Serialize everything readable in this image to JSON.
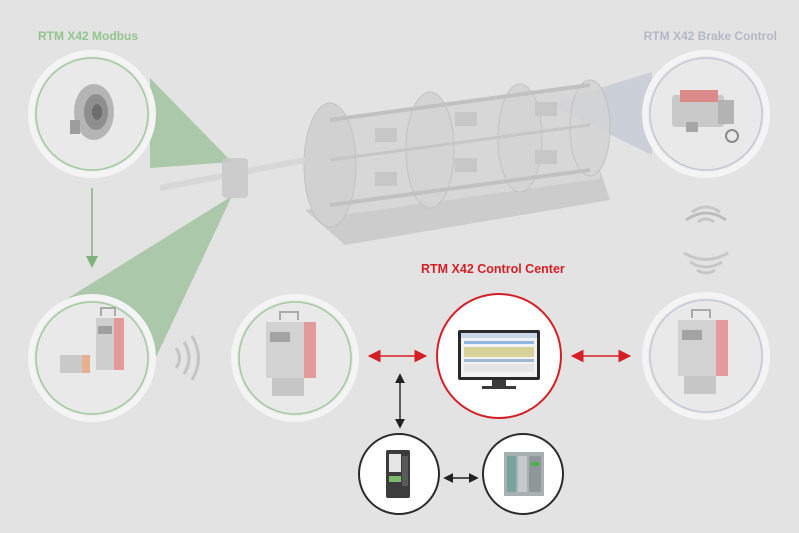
{
  "labels": {
    "modbus": "RTM X42 Modbus",
    "brake_control": "RTM X42 Brake Control",
    "control_center": "RTM X42 Control Center"
  },
  "colors": {
    "background": "#e3e3e3",
    "green": "#7fb37b",
    "green_text": "#93c48e",
    "gray_text": "#b4b8c6",
    "red": "#d51f26",
    "circle_fill": "#e9e9e9"
  },
  "icons": [
    "rotor-flange-sensor-icon",
    "drum-machine-icon",
    "brake-motor-icon",
    "wireless-signal-icon",
    "control-unit-icon",
    "monitor-screen-icon",
    "gateway-module-icon",
    "plc-icon"
  ]
}
